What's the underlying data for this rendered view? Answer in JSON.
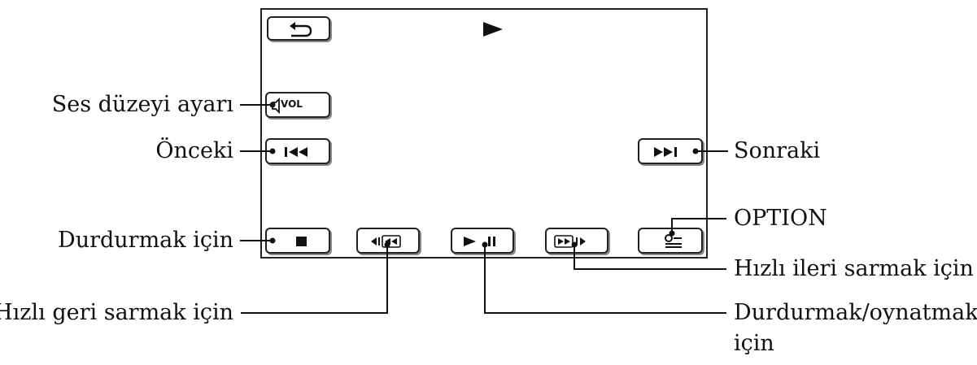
{
  "labels": {
    "volume": "Ses düzeyi ayarı",
    "previous": "Önceki",
    "next": "Sonraki",
    "stop": "Durdurmak için",
    "option": "OPTION",
    "fast_forward": "Hızlı ileri sarmak için",
    "rewind": "Hızlı geri sarmak için",
    "play_pause_line1": "Durdurmak/oynatmak",
    "play_pause_line2": "için"
  },
  "screen": {
    "vol_button_text": "VOL"
  },
  "icons": {
    "back": "back-arrow-icon",
    "status": "play-status-icon",
    "volume": "speaker-icon",
    "previous": "skip-previous-icon",
    "next": "skip-next-icon",
    "stop": "stop-icon",
    "rewind": "rewind-icon",
    "play_pause": "play-pause-icon",
    "fast_forward": "fast-forward-icon",
    "option": "option-icon"
  }
}
